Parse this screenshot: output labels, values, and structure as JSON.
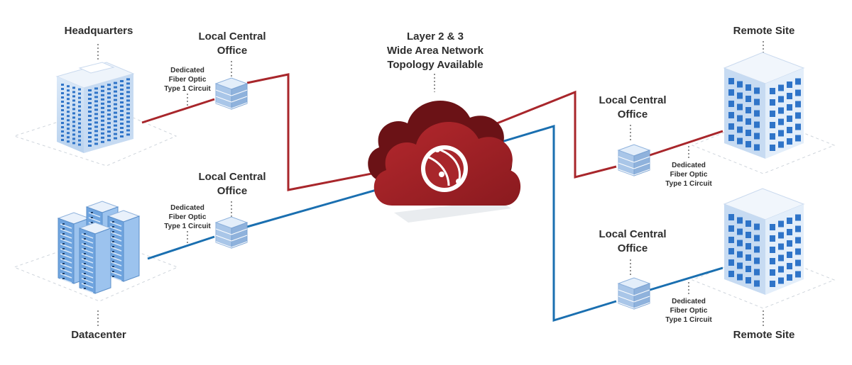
{
  "nodes": {
    "headquarters": {
      "label": "Headquarters"
    },
    "datacenter": {
      "label": "Datacenter"
    },
    "remote_site_top": {
      "label": "Remote Site"
    },
    "remote_site_bottom": {
      "label": "Remote Site"
    },
    "cloud": {
      "lines": [
        "Layer 2 & 3",
        "Wide Area Network",
        "Topology Available"
      ]
    }
  },
  "central_offices": [
    {
      "lines": [
        "Local Central",
        "Office"
      ]
    },
    {
      "lines": [
        "Local Central",
        "Office"
      ]
    },
    {
      "lines": [
        "Local Central",
        "Office"
      ]
    },
    {
      "lines": [
        "Local Central",
        "Office"
      ]
    }
  ],
  "circuits": [
    {
      "lines": [
        "Dedicated",
        "Fiber Optic",
        "Type 1 Circuit"
      ]
    },
    {
      "lines": [
        "Dedicated",
        "Fiber Optic",
        "Type 1 Circuit"
      ]
    },
    {
      "lines": [
        "Dedicated",
        "Fiber Optic",
        "Type 1 Circuit"
      ]
    },
    {
      "lines": [
        "Dedicated",
        "Fiber Optic",
        "Type 1 Circuit"
      ]
    }
  ],
  "colors": {
    "red_link": "#a8262b",
    "blue_link": "#1a6fb0",
    "cloud": "#9e1f23",
    "building_blue": "#2f74c8",
    "tile": "#a9c6e8"
  }
}
